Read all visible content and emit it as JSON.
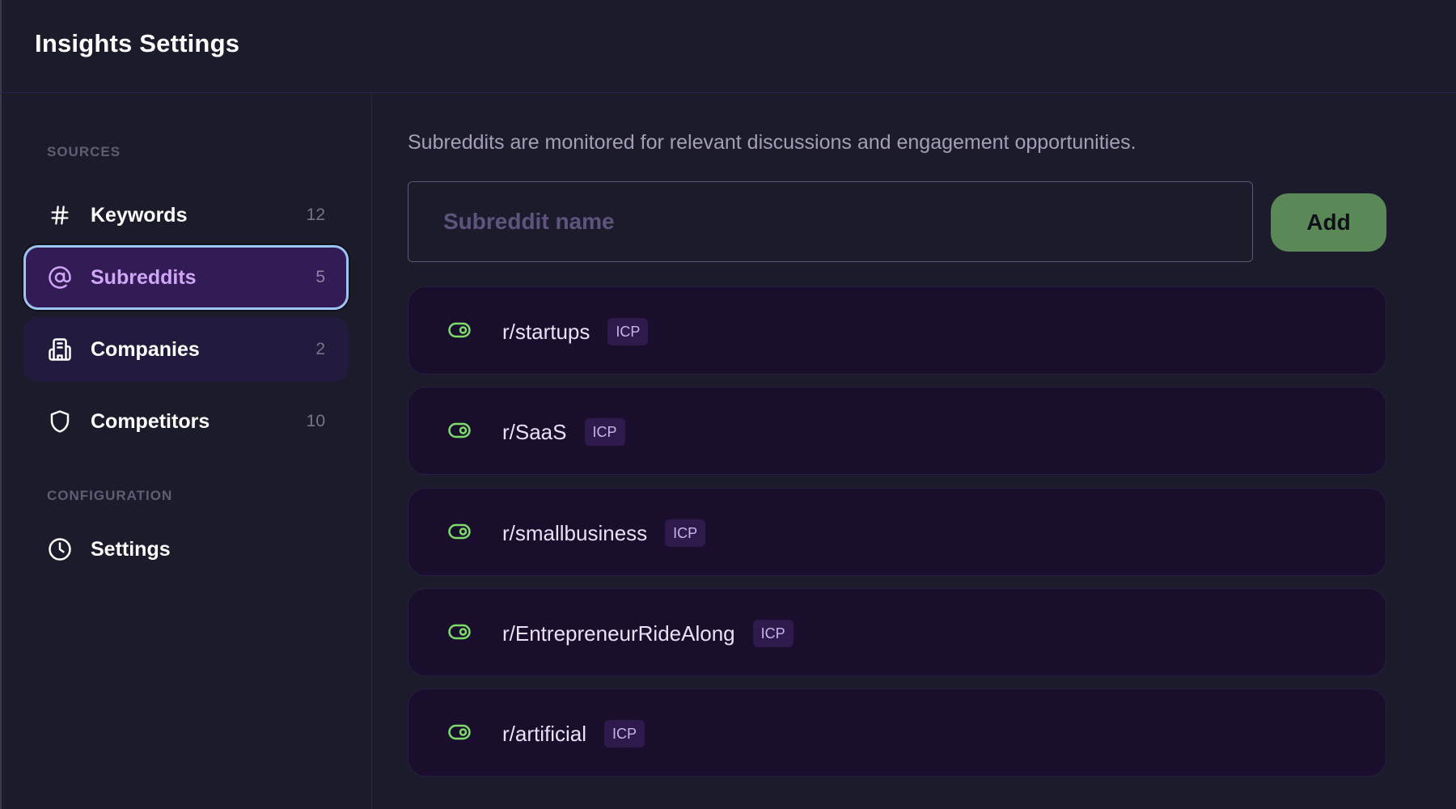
{
  "header": {
    "title": "Insights Settings"
  },
  "sidebar": {
    "sections": [
      {
        "label": "SOURCES",
        "items": [
          {
            "label": "Keywords",
            "count": "12",
            "icon": "hash-icon",
            "state": "default"
          },
          {
            "label": "Subreddits",
            "count": "5",
            "icon": "at-sign-icon",
            "state": "active"
          },
          {
            "label": "Companies",
            "count": "2",
            "icon": "building-icon",
            "state": "hover"
          },
          {
            "label": "Competitors",
            "count": "10",
            "icon": "shield-icon",
            "state": "default"
          }
        ]
      },
      {
        "label": "CONFIGURATION",
        "items": [
          {
            "label": "Settings",
            "icon": "clock-icon",
            "state": "default"
          }
        ]
      }
    ]
  },
  "main": {
    "description": "Subreddits are monitored for relevant discussions and engagement opportunities.",
    "input": {
      "placeholder": "Subreddit name",
      "value": ""
    },
    "add_label": "Add",
    "subreddits": [
      {
        "name": "r/startups",
        "badge": "ICP",
        "enabled": true
      },
      {
        "name": "r/SaaS",
        "badge": "ICP",
        "enabled": true
      },
      {
        "name": "r/smallbusiness",
        "badge": "ICP",
        "enabled": true
      },
      {
        "name": "r/EntrepreneurRideAlong",
        "badge": "ICP",
        "enabled": true
      },
      {
        "name": "r/artificial",
        "badge": "ICP",
        "enabled": true
      }
    ]
  },
  "colors": {
    "background": "#1b1b2c",
    "accent_active": "#cfa6f7",
    "active_border": "#9cc4f4",
    "add_button": "#5a8856",
    "toggle_on": "#7ddc6a",
    "badge_bg": "#2e1b4b"
  }
}
